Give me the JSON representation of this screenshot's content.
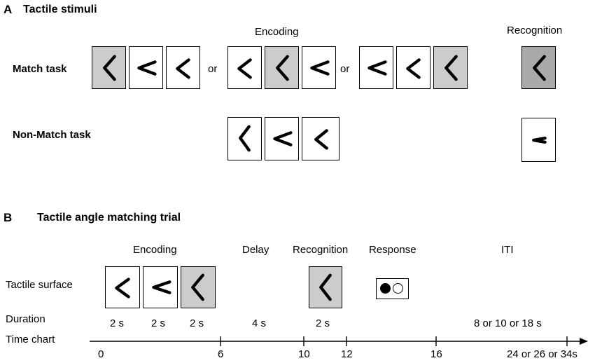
{
  "panel_a": {
    "letter": "A",
    "title": "Tactile stimuli",
    "encoding_header": "Encoding",
    "recognition_header": "Recognition",
    "match_label": "Match task",
    "nonmatch_label": "Non-Match task",
    "or_text": "or",
    "match_sequences": [
      [
        "wide-gray",
        "narrow",
        "medium"
      ],
      [
        "medium",
        "wide-gray",
        "narrow"
      ],
      [
        "narrow",
        "medium",
        "wide-gray"
      ]
    ],
    "match_recognition": "wide-dark",
    "nonmatch_sequence": [
      "wide",
      "narrow",
      "medium"
    ],
    "nonmatch_recognition": "very-narrow"
  },
  "panel_b": {
    "letter": "B",
    "title": "Tactile angle matching trial",
    "phases": [
      "Encoding",
      "Delay",
      "Recognition",
      "Response",
      "ITI"
    ],
    "row_labels": {
      "surface": "Tactile surface",
      "duration": "Duration",
      "time_chart": "Time chart"
    },
    "surface_stimuli": [
      "medium",
      "narrow",
      "wide-gray"
    ],
    "recognition_stimulus": "wide-gray",
    "response_icon": "response-buttons-icon",
    "durations": [
      "2 s",
      "2 s",
      "2 s",
      "4 s",
      "2 s",
      "8 or 10 or 18 s"
    ],
    "time_ticks": [
      "0",
      "6",
      "10",
      "12",
      "16",
      "24 or 26 or 34s"
    ]
  },
  "colors": {
    "stimulus_gray": "#cccccc",
    "recognition_dark": "#a9a9a9",
    "line": "#000000"
  }
}
